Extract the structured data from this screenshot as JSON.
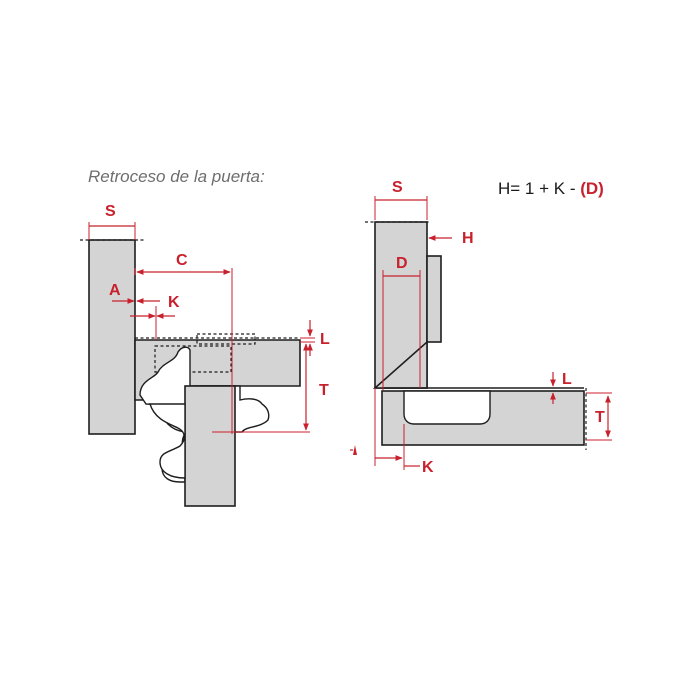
{
  "title": "Retroceso de la puerta:",
  "formula": {
    "prefix": "H= 1 + K - ",
    "highlight": "(D)"
  },
  "colors": {
    "dimension": "#c8202c",
    "part_fill": "#d4d4d4",
    "outline": "#1e1e1e"
  },
  "left_view": {
    "labels": {
      "s": "S",
      "c": "C",
      "a": "A",
      "k": "K",
      "l": "L",
      "t": "T"
    }
  },
  "right_view": {
    "labels": {
      "s": "S",
      "h": "H",
      "d": "D",
      "l": "L",
      "t": "T",
      "k": "K"
    }
  }
}
